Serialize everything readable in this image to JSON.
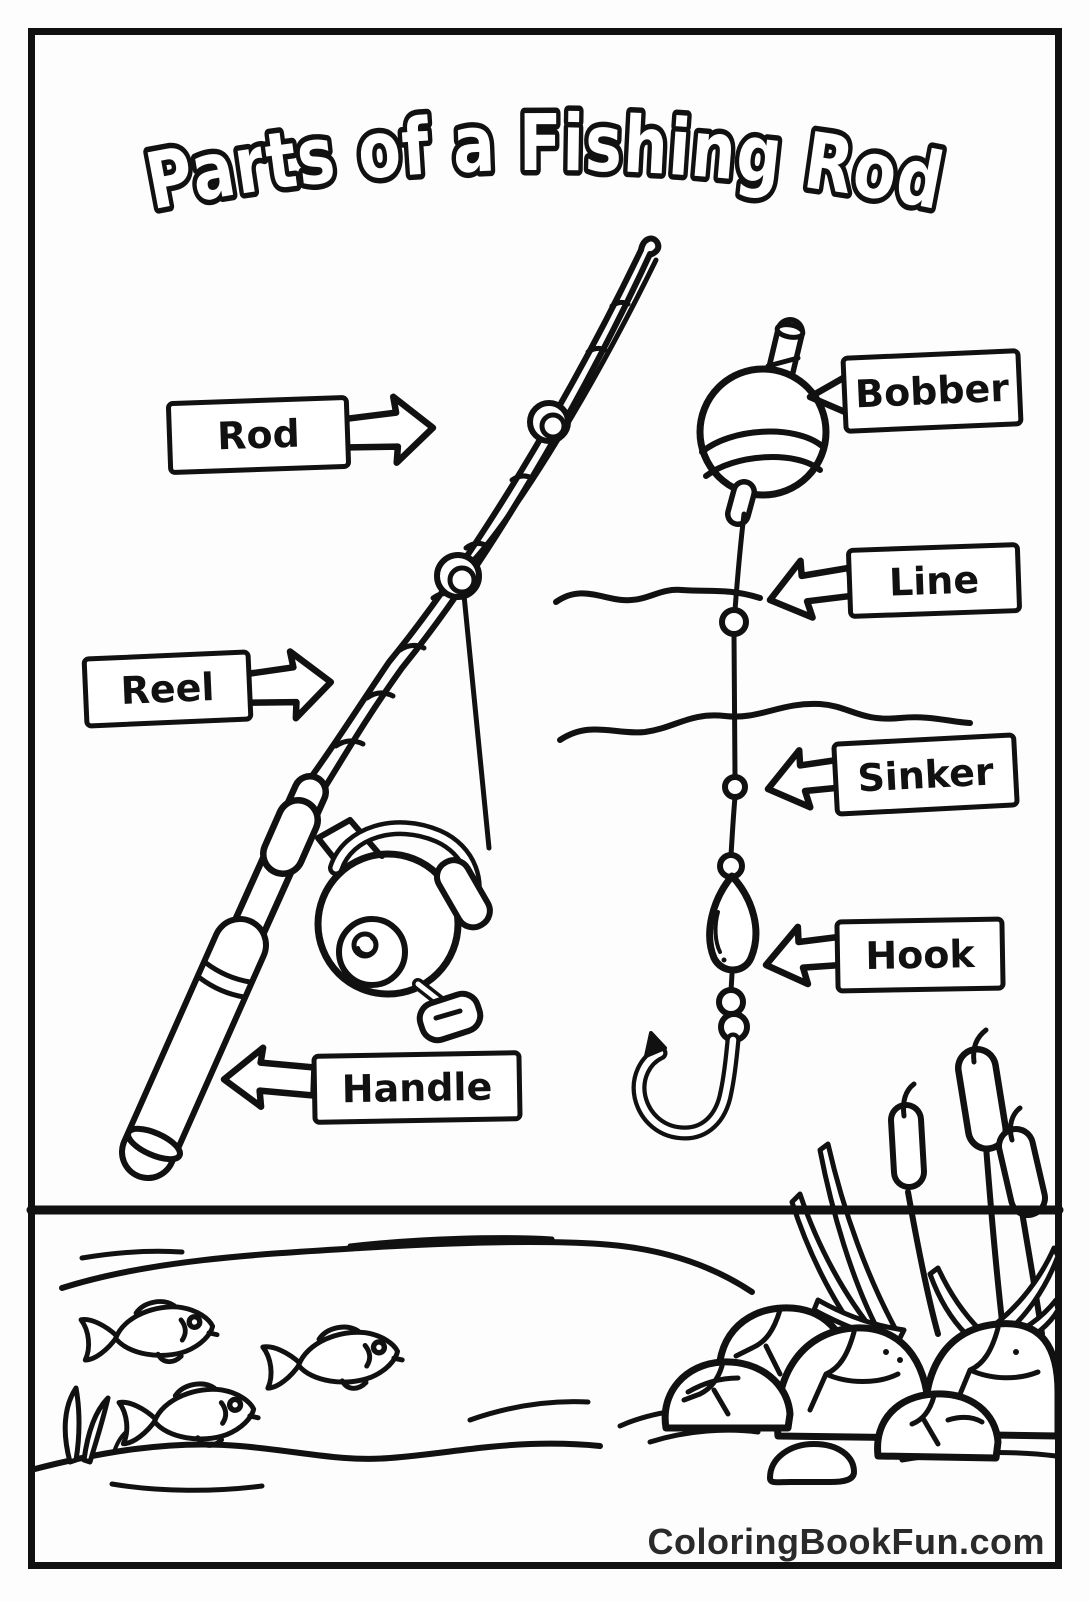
{
  "page": {
    "title": "Parts of a Fishing Rod",
    "watermark": "ColoringBookFun.com",
    "ink_color": "#111111",
    "paper_color": "#ffffff"
  },
  "labels": {
    "rod": "Rod",
    "reel": "Reel",
    "handle": "Handle",
    "bobber": "Bobber",
    "line": "Line",
    "sinker": "Sinker",
    "hook": "Hook"
  }
}
